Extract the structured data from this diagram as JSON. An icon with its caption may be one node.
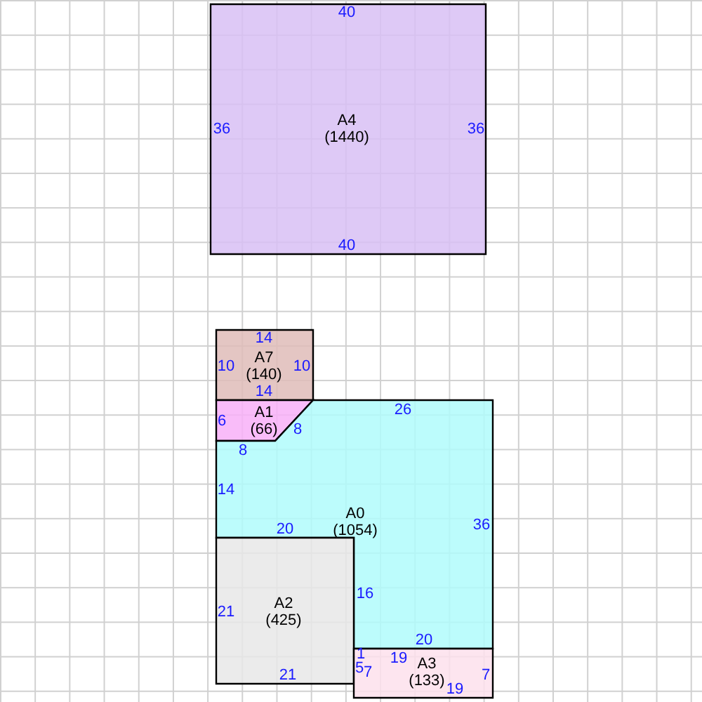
{
  "diagram": {
    "nodes": [
      {
        "text": [
          "A4",
          "(1440)"
        ]
      },
      {
        "text": [
          "A7",
          "(140)"
        ]
      },
      {
        "text": [
          "A1",
          "(66)"
        ]
      },
      {
        "text": [
          "A0",
          "(1054)"
        ]
      },
      {
        "text": [
          "A2",
          "(425)"
        ]
      },
      {
        "text": [
          "A3",
          "(133)"
        ]
      }
    ],
    "labels": [
      "40",
      "36",
      "36",
      "40",
      "14",
      "10",
      "10",
      "14",
      "26",
      "6",
      "8",
      "8",
      "14",
      "20",
      "36",
      "16",
      "21",
      "20",
      "1",
      "19",
      "21",
      "5",
      "7",
      "7",
      "19"
    ]
  }
}
